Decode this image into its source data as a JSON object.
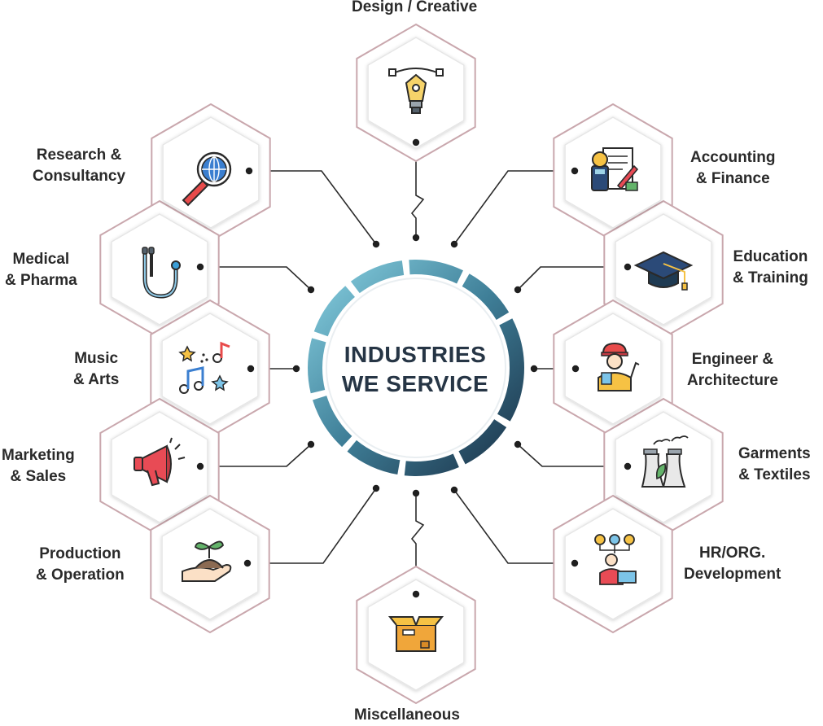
{
  "center": {
    "line1": "INDUSTRIES",
    "line2": "WE SERVICE"
  },
  "colors": {
    "hex_border": "#c9a7ad",
    "ring_start": "#7cc4d6",
    "ring_end": "#1e3a52",
    "connector": "#2a2a2a",
    "text": "#2a2a2a"
  },
  "industries": {
    "design": {
      "lines": [
        "Design / Creative"
      ],
      "icon": "pen-tool-icon"
    },
    "research": {
      "lines": [
        "Research &",
        "Consultancy"
      ],
      "icon": "magnifier-globe-icon"
    },
    "medical": {
      "lines": [
        "Medical",
        "& Pharma"
      ],
      "icon": "stethoscope-icon"
    },
    "music": {
      "lines": [
        "Music",
        "& Arts"
      ],
      "icon": "music-notes-icon"
    },
    "marketing": {
      "lines": [
        "Marketing",
        "& Sales"
      ],
      "icon": "megaphone-icon"
    },
    "production": {
      "lines": [
        "Production",
        "& Operation"
      ],
      "icon": "plant-hand-icon"
    },
    "misc": {
      "lines": [
        "Miscellaneous"
      ],
      "icon": "box-icon"
    },
    "hr": {
      "lines": [
        "HR/ORG.",
        "Development"
      ],
      "icon": "team-laptop-icon"
    },
    "garments": {
      "lines": [
        "Garments",
        "& Textiles"
      ],
      "icon": "factory-leaf-icon"
    },
    "engineer": {
      "lines": [
        "Engineer &",
        "Architecture"
      ],
      "icon": "engineer-icon"
    },
    "education": {
      "lines": [
        "Education",
        "& Training"
      ],
      "icon": "graduation-cap-icon"
    },
    "accounting": {
      "lines": [
        "Accounting",
        "& Finance"
      ],
      "icon": "invoice-calculator-icon"
    }
  }
}
